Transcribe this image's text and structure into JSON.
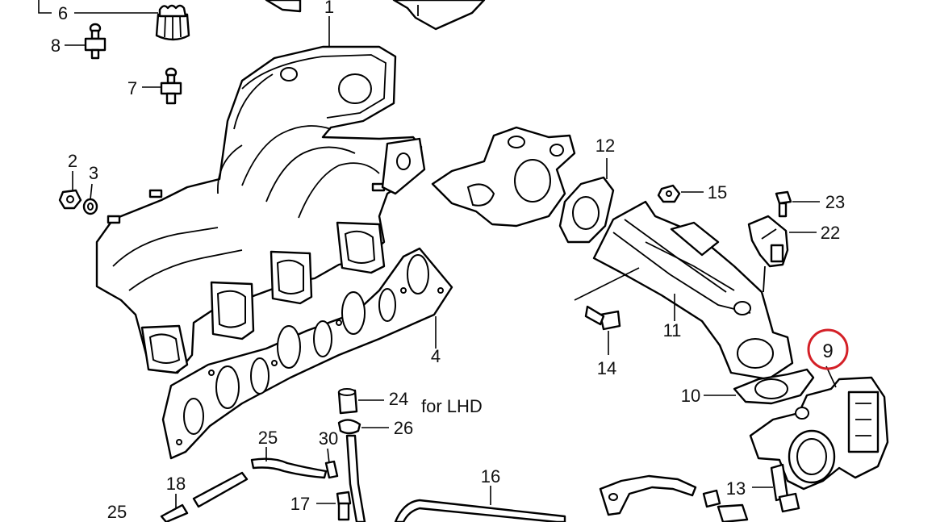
{
  "labels": [
    {
      "id": "1",
      "text": "1"
    },
    {
      "id": "2",
      "text": "2"
    },
    {
      "id": "3",
      "text": "3"
    },
    {
      "id": "4",
      "text": "4"
    },
    {
      "id": "6",
      "text": "6"
    },
    {
      "id": "7",
      "text": "7"
    },
    {
      "id": "8",
      "text": "8"
    },
    {
      "id": "9",
      "text": "9"
    },
    {
      "id": "10",
      "text": "10"
    },
    {
      "id": "11",
      "text": "11"
    },
    {
      "id": "12",
      "text": "12"
    },
    {
      "id": "13",
      "text": "13"
    },
    {
      "id": "14",
      "text": "14"
    },
    {
      "id": "15",
      "text": "15"
    },
    {
      "id": "16",
      "text": "16"
    },
    {
      "id": "17",
      "text": "17"
    },
    {
      "id": "18",
      "text": "18"
    },
    {
      "id": "22",
      "text": "22"
    },
    {
      "id": "23",
      "text": "23"
    },
    {
      "id": "24",
      "text": "24"
    },
    {
      "id": "25a",
      "text": "25"
    },
    {
      "id": "25b",
      "text": "25"
    },
    {
      "id": "26",
      "text": "26"
    },
    {
      "id": "30",
      "text": "30"
    }
  ],
  "note": "for LHD",
  "highlight": {
    "label": "9",
    "color": "#d42027"
  }
}
